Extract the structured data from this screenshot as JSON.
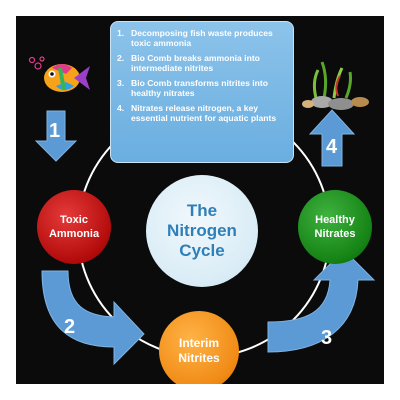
{
  "diagram": {
    "center_title": [
      "The",
      "Nitrogen",
      "Cycle"
    ],
    "nodes": {
      "toxic": [
        "Toxic",
        "Ammonia"
      ],
      "interim": [
        "Interim",
        "Nitrites"
      ],
      "healthy": [
        "Healthy",
        "Nitrates"
      ]
    },
    "steps": [
      {
        "num": "1.",
        "text": "Decomposing fish waste produces toxic ammonia"
      },
      {
        "num": "2.",
        "text": "Bio Comb breaks ammonia into intermediate nitrites"
      },
      {
        "num": "3.",
        "text": "Bio Comb transforms nitrites into healthy nitrates"
      },
      {
        "num": "4.",
        "text": "Nitrates release nitrogen, a key essential nutrient for aquatic plants"
      }
    ],
    "arrow_labels": [
      "1",
      "2",
      "3",
      "4"
    ],
    "colors": {
      "background": "#0b0b0b",
      "toxic": "#c81414",
      "interim": "#f39419",
      "healthy": "#1a8a1a",
      "center": "#dcedf7",
      "arrow": "#5b9ad5",
      "steps_box": "#7ab8e6"
    },
    "icons": [
      "fish-icon",
      "aquatic-plants-icon"
    ]
  }
}
